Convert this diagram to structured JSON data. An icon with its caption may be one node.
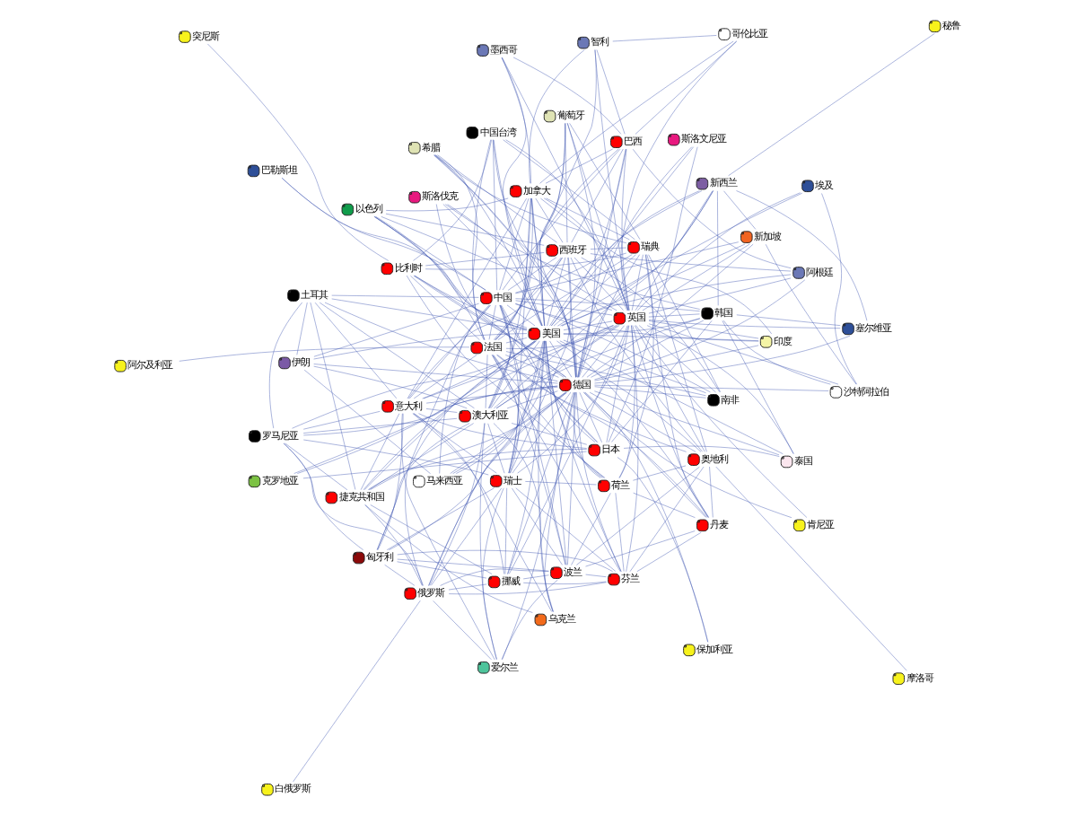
{
  "diagram": {
    "nodes": [
      {
        "text": [
          "白俄罗斯"
        ]
      },
      {
        "text": [
          "爱尔兰"
        ]
      },
      {
        "text": [
          "匈牙利"
        ]
      },
      {
        "text": [
          "罗马尼亚"
        ]
      },
      {
        "text": [
          "乌克兰"
        ]
      },
      {
        "text": [
          "土耳其"
        ]
      },
      {
        "text": [
          "芬兰"
        ]
      },
      {
        "text": [
          "挪威"
        ]
      },
      {
        "text": [
          "保加利亚"
        ]
      },
      {
        "text": [
          "丹麦"
        ]
      },
      {
        "text": [
          "摩洛哥"
        ]
      },
      {
        "text": [
          "伊朗"
        ]
      },
      {
        "text": [
          "俄罗斯"
        ]
      },
      {
        "text": [
          "波兰"
        ]
      },
      {
        "text": [
          "奥地利"
        ]
      },
      {
        "text": [
          "马来西亚"
        ]
      },
      {
        "text": [
          "肯尼亚"
        ]
      },
      {
        "text": [
          "突尼斯"
        ]
      },
      {
        "text": [
          "捷克共和国"
        ]
      },
      {
        "text": [
          "荷兰"
        ]
      },
      {
        "text": [
          "比利时"
        ]
      },
      {
        "text": [
          "瑞士"
        ]
      },
      {
        "text": [
          "斯洛文尼亚"
        ]
      },
      {
        "text": [
          "中国台湾"
        ]
      },
      {
        "text": [
          "澳大利亚"
        ]
      },
      {
        "text": [
          "日本"
        ]
      },
      {
        "text": [
          "法国"
        ]
      },
      {
        "text": [
          "克罗地亚"
        ]
      },
      {
        "text": [
          "阿尔及利亚"
        ]
      },
      {
        "text": [
          "瑞典"
        ]
      },
      {
        "text": [
          "意大利"
        ]
      },
      {
        "text": [
          "西班牙"
        ]
      },
      {
        "text": [
          "南非"
        ]
      },
      {
        "text": [
          "德国"
        ]
      },
      {
        "text": [
          "中国"
        ]
      },
      {
        "text": [
          "泰国"
        ]
      },
      {
        "text": [
          "葡萄牙"
        ]
      },
      {
        "text": [
          "韩国"
        ]
      },
      {
        "text": [
          "美国"
        ]
      },
      {
        "text": [
          "加拿大"
        ]
      },
      {
        "text": [
          "希腊"
        ]
      },
      {
        "text": [
          "斯洛伐克"
        ]
      },
      {
        "text": [
          "新西兰"
        ]
      },
      {
        "text": [
          "巴西"
        ]
      },
      {
        "text": [
          "英国"
        ]
      },
      {
        "text": [
          "以色列"
        ]
      },
      {
        "text": [
          "印度"
        ]
      },
      {
        "text": [
          "塞尔维亚"
        ]
      },
      {
        "text": [
          "新加坡"
        ]
      },
      {
        "text": [
          "阿根廷"
        ]
      },
      {
        "text": [
          "墨西哥"
        ]
      },
      {
        "text": [
          "秘鲁"
        ]
      },
      {
        "text": [
          "哥伦比亚"
        ]
      },
      {
        "text": [
          "智利"
        ]
      },
      {
        "text": [
          "埃及"
        ]
      },
      {
        "text": [
          "沙特阿拉伯"
        ]
      },
      {
        "text": [
          "巴勒斯坦"
        ]
      }
    ],
    "edges": [
      {
        "from": 21,
        "to": 24,
        "arrow": "none"
      },
      {
        "from": 21,
        "to": 26,
        "arrow": "none"
      },
      {
        "from": 21,
        "to": 30,
        "arrow": "none"
      },
      {
        "from": 21,
        "to": 31,
        "arrow": "none"
      },
      {
        "from": 21,
        "to": 33,
        "arrow": "none"
      },
      {
        "from": 21,
        "to": 34,
        "arrow": "none"
      },
      {
        "from": 21,
        "to": 38,
        "arrow": "none"
      },
      {
        "from": 21,
        "to": 39,
        "arrow": "none"
      },
      {
        "from": 21,
        "to": 44,
        "arrow": "none"
      },
      {
        "from": 24,
        "to": 26,
        "arrow": "none"
      },
      {
        "from": 24,
        "to": 30,
        "arrow": "none"
      },
      {
        "from": 24,
        "to": 31,
        "arrow": "none"
      },
      {
        "from": 24,
        "to": 33,
        "arrow": "none"
      },
      {
        "from": 24,
        "to": 34,
        "arrow": "none"
      },
      {
        "from": 24,
        "to": 38,
        "arrow": "none"
      },
      {
        "from": 24,
        "to": 39,
        "arrow": "none"
      },
      {
        "from": 24,
        "to": 44,
        "arrow": "none"
      },
      {
        "from": 26,
        "to": 30,
        "arrow": "none"
      },
      {
        "from": 26,
        "to": 31,
        "arrow": "none"
      },
      {
        "from": 26,
        "to": 33,
        "arrow": "none"
      },
      {
        "from": 26,
        "to": 34,
        "arrow": "none"
      },
      {
        "from": 26,
        "to": 38,
        "arrow": "none"
      },
      {
        "from": 26,
        "to": 39,
        "arrow": "none"
      },
      {
        "from": 26,
        "to": 44,
        "arrow": "none"
      },
      {
        "from": 30,
        "to": 31,
        "arrow": "none"
      },
      {
        "from": 30,
        "to": 33,
        "arrow": "none"
      },
      {
        "from": 30,
        "to": 34,
        "arrow": "none"
      },
      {
        "from": 30,
        "to": 38,
        "arrow": "none"
      },
      {
        "from": 30,
        "to": 39,
        "arrow": "none"
      },
      {
        "from": 30,
        "to": 44,
        "arrow": "none"
      },
      {
        "from": 31,
        "to": 33,
        "arrow": "none"
      },
      {
        "from": 31,
        "to": 34,
        "arrow": "none"
      },
      {
        "from": 31,
        "to": 38,
        "arrow": "none"
      },
      {
        "from": 31,
        "to": 39,
        "arrow": "none"
      },
      {
        "from": 31,
        "to": 44,
        "arrow": "none"
      },
      {
        "from": 33,
        "to": 34,
        "arrow": "none"
      },
      {
        "from": 33,
        "to": 38,
        "arrow": "none"
      },
      {
        "from": 33,
        "to": 39,
        "arrow": "none"
      },
      {
        "from": 33,
        "to": 44,
        "arrow": "none"
      },
      {
        "from": 34,
        "to": 38,
        "arrow": "none"
      },
      {
        "from": 34,
        "to": 39,
        "arrow": "none"
      },
      {
        "from": 34,
        "to": 44,
        "arrow": "none"
      },
      {
        "from": 38,
        "to": 39,
        "arrow": "none"
      },
      {
        "from": 38,
        "to": 44,
        "arrow": "none"
      },
      {
        "from": 39,
        "to": 44,
        "arrow": "none"
      },
      {
        "from": 6,
        "to": 7,
        "arrow": "none"
      },
      {
        "from": 6,
        "to": 9,
        "arrow": "none"
      },
      {
        "from": 6,
        "to": 13,
        "arrow": "none"
      },
      {
        "from": 6,
        "to": 12,
        "arrow": "none"
      },
      {
        "from": 6,
        "to": 19,
        "arrow": "none"
      },
      {
        "from": 6,
        "to": 14,
        "arrow": "none"
      },
      {
        "from": 6,
        "to": 21,
        "arrow": "none"
      },
      {
        "from": 6,
        "to": 26,
        "arrow": "none"
      },
      {
        "from": 6,
        "to": 33,
        "arrow": "none"
      },
      {
        "from": 6,
        "to": 38,
        "arrow": "none"
      },
      {
        "from": 6,
        "to": 44,
        "arrow": "none"
      },
      {
        "from": 7,
        "to": 12,
        "arrow": "none"
      },
      {
        "from": 7,
        "to": 13,
        "arrow": "none"
      },
      {
        "from": 7,
        "to": 18,
        "arrow": "none"
      },
      {
        "from": 7,
        "to": 21,
        "arrow": "none"
      },
      {
        "from": 7,
        "to": 30,
        "arrow": "none"
      },
      {
        "from": 7,
        "to": 33,
        "arrow": "none"
      },
      {
        "from": 7,
        "to": 38,
        "arrow": "none"
      },
      {
        "from": 7,
        "to": 44,
        "arrow": "none"
      },
      {
        "from": 9,
        "to": 14,
        "arrow": "none"
      },
      {
        "from": 9,
        "to": 19,
        "arrow": "none"
      },
      {
        "from": 9,
        "to": 13,
        "arrow": "none"
      },
      {
        "from": 9,
        "to": 26,
        "arrow": "none"
      },
      {
        "from": 9,
        "to": 29,
        "arrow": "none"
      },
      {
        "from": 9,
        "to": 33,
        "arrow": "none"
      },
      {
        "from": 9,
        "to": 38,
        "arrow": "none"
      },
      {
        "from": 9,
        "to": 44,
        "arrow": "none"
      },
      {
        "from": 12,
        "to": 13,
        "arrow": "none"
      },
      {
        "from": 12,
        "to": 18,
        "arrow": "none"
      },
      {
        "from": 12,
        "to": 24,
        "arrow": "none"
      },
      {
        "from": 12,
        "to": 21,
        "arrow": "none"
      },
      {
        "from": 12,
        "to": 34,
        "arrow": "none"
      },
      {
        "from": 12,
        "to": 38,
        "arrow": "none"
      },
      {
        "from": 12,
        "to": 33,
        "arrow": "none"
      },
      {
        "from": 13,
        "to": 19,
        "arrow": "none"
      },
      {
        "from": 13,
        "to": 14,
        "arrow": "none"
      },
      {
        "from": 13,
        "to": 21,
        "arrow": "none"
      },
      {
        "from": 13,
        "to": 26,
        "arrow": "none"
      },
      {
        "from": 13,
        "to": 33,
        "arrow": "none"
      },
      {
        "from": 13,
        "to": 38,
        "arrow": "none"
      },
      {
        "from": 13,
        "to": 34,
        "arrow": "none"
      },
      {
        "from": 14,
        "to": 19,
        "arrow": "none"
      },
      {
        "from": 14,
        "to": 20,
        "arrow": "none"
      },
      {
        "from": 14,
        "to": 26,
        "arrow": "none"
      },
      {
        "from": 14,
        "to": 29,
        "arrow": "none"
      },
      {
        "from": 14,
        "to": 33,
        "arrow": "none"
      },
      {
        "from": 14,
        "to": 31,
        "arrow": "none"
      },
      {
        "from": 14,
        "to": 44,
        "arrow": "none"
      },
      {
        "from": 18,
        "to": 24,
        "arrow": "none"
      },
      {
        "from": 18,
        "to": 25,
        "arrow": "none"
      },
      {
        "from": 18,
        "to": 30,
        "arrow": "none"
      },
      {
        "from": 18,
        "to": 33,
        "arrow": "none"
      },
      {
        "from": 18,
        "to": 38,
        "arrow": "none"
      },
      {
        "from": 18,
        "to": 44,
        "arrow": "none"
      },
      {
        "from": 19,
        "to": 20,
        "arrow": "none"
      },
      {
        "from": 19,
        "to": 21,
        "arrow": "none"
      },
      {
        "from": 19,
        "to": 26,
        "arrow": "none"
      },
      {
        "from": 19,
        "to": 29,
        "arrow": "none"
      },
      {
        "from": 19,
        "to": 33,
        "arrow": "none"
      },
      {
        "from": 19,
        "to": 38,
        "arrow": "none"
      },
      {
        "from": 19,
        "to": 44,
        "arrow": "none"
      },
      {
        "from": 20,
        "to": 26,
        "arrow": "none"
      },
      {
        "from": 20,
        "to": 29,
        "arrow": "none"
      },
      {
        "from": 20,
        "to": 31,
        "arrow": "none"
      },
      {
        "from": 20,
        "to": 33,
        "arrow": "none"
      },
      {
        "from": 20,
        "to": 38,
        "arrow": "none"
      },
      {
        "from": 25,
        "to": 24,
        "arrow": "none"
      },
      {
        "from": 25,
        "to": 33,
        "arrow": "none"
      },
      {
        "from": 25,
        "to": 37,
        "arrow": "none"
      },
      {
        "from": 25,
        "to": 38,
        "arrow": "none"
      },
      {
        "from": 25,
        "to": 30,
        "arrow": "none"
      },
      {
        "from": 25,
        "to": 34,
        "arrow": "none"
      },
      {
        "from": 25,
        "to": 44,
        "arrow": "none"
      },
      {
        "from": 29,
        "to": 26,
        "arrow": "none"
      },
      {
        "from": 29,
        "to": 31,
        "arrow": "none"
      },
      {
        "from": 29,
        "to": 33,
        "arrow": "none"
      },
      {
        "from": 29,
        "to": 38,
        "arrow": "none"
      },
      {
        "from": 29,
        "to": 39,
        "arrow": "none"
      },
      {
        "from": 29,
        "to": 44,
        "arrow": "none"
      },
      {
        "from": 43,
        "to": 31,
        "arrow": "none"
      },
      {
        "from": 43,
        "to": 39,
        "arrow": "none"
      },
      {
        "from": 43,
        "to": 26,
        "arrow": "none"
      },
      {
        "from": 43,
        "to": 38,
        "arrow": "none"
      },
      {
        "from": 43,
        "to": 44,
        "arrow": "none"
      },
      {
        "from": 43,
        "to": 34,
        "arrow": "none"
      },
      {
        "from": 43,
        "to": 33,
        "arrow": "none"
      },
      {
        "from": 2,
        "to": 7,
        "arrow": "none"
      },
      {
        "from": 2,
        "to": 6,
        "arrow": "none"
      },
      {
        "from": 2,
        "to": 12,
        "arrow": "none"
      },
      {
        "from": 2,
        "to": 13,
        "arrow": "none"
      },
      {
        "from": 2,
        "to": 24,
        "arrow": "none"
      },
      {
        "from": 2,
        "to": 30,
        "arrow": "none"
      },
      {
        "from": 2,
        "to": 33,
        "arrow": "none"
      },
      {
        "from": 2,
        "to": 38,
        "arrow": "none"
      },
      {
        "from": 2,
        "to": 21,
        "arrow": "none"
      },
      {
        "from": 0,
        "to": 12,
        "arrow": "none"
      },
      {
        "from": 1,
        "to": 12,
        "arrow": "none"
      },
      {
        "from": 1,
        "to": 13,
        "arrow": "none"
      },
      {
        "from": 1,
        "to": 24,
        "arrow": "none"
      },
      {
        "from": 1,
        "to": 21,
        "arrow": "none"
      },
      {
        "from": 1,
        "to": 30,
        "arrow": "none"
      },
      {
        "from": 1,
        "to": 33,
        "arrow": "none"
      },
      {
        "from": 3,
        "to": 2,
        "arrow": "none"
      },
      {
        "from": 3,
        "to": 12,
        "arrow": "none"
      },
      {
        "from": 3,
        "to": 18,
        "arrow": "none"
      },
      {
        "from": 3,
        "to": 24,
        "arrow": "none"
      },
      {
        "from": 3,
        "to": 30,
        "arrow": "none"
      },
      {
        "from": 3,
        "to": 33,
        "arrow": "none"
      },
      {
        "from": 3,
        "to": 38,
        "arrow": "none"
      },
      {
        "from": 3,
        "to": 21,
        "arrow": "none"
      },
      {
        "from": 4,
        "to": 18,
        "arrow": "none"
      },
      {
        "from": 4,
        "to": 24,
        "arrow": "none"
      },
      {
        "from": 4,
        "to": 30,
        "arrow": "none"
      },
      {
        "from": 4,
        "to": 33,
        "arrow": "none"
      },
      {
        "from": 4,
        "to": 38,
        "arrow": "none"
      },
      {
        "from": 5,
        "to": 3,
        "arrow": "none"
      },
      {
        "from": 5,
        "to": 11,
        "arrow": "none"
      },
      {
        "from": 5,
        "to": 18,
        "arrow": "none"
      },
      {
        "from": 5,
        "to": 24,
        "arrow": "none"
      },
      {
        "from": 5,
        "to": 30,
        "arrow": "none"
      },
      {
        "from": 5,
        "to": 33,
        "arrow": "none"
      },
      {
        "from": 5,
        "to": 38,
        "arrow": "none"
      },
      {
        "from": 5,
        "to": 34,
        "arrow": "none"
      },
      {
        "from": 8,
        "to": 25,
        "arrow": "none"
      },
      {
        "from": 8,
        "to": 33,
        "arrow": "none"
      },
      {
        "from": 10,
        "to": 14,
        "arrow": "none"
      },
      {
        "from": 11,
        "to": 15,
        "arrow": "none"
      },
      {
        "from": 11,
        "to": 24,
        "arrow": "none"
      },
      {
        "from": 11,
        "to": 33,
        "arrow": "none"
      },
      {
        "from": 11,
        "to": 38,
        "arrow": "none"
      },
      {
        "from": 11,
        "to": 34,
        "arrow": "none"
      },
      {
        "from": 15,
        "to": 33,
        "arrow": "none"
      },
      {
        "from": 15,
        "to": 38,
        "arrow": "none"
      },
      {
        "from": 15,
        "to": 44,
        "arrow": "none"
      },
      {
        "from": 15,
        "to": 34,
        "arrow": "none"
      },
      {
        "from": 16,
        "to": 33,
        "arrow": "none"
      },
      {
        "from": 16,
        "to": 44,
        "arrow": "none"
      },
      {
        "from": 17,
        "to": 20,
        "arrow": "none"
      },
      {
        "from": 22,
        "to": 25,
        "arrow": "none"
      },
      {
        "from": 22,
        "to": 33,
        "arrow": "none"
      },
      {
        "from": 22,
        "to": 38,
        "arrow": "none"
      },
      {
        "from": 23,
        "to": 20,
        "arrow": "none"
      },
      {
        "from": 23,
        "to": 26,
        "arrow": "none"
      },
      {
        "from": 23,
        "to": 29,
        "arrow": "none"
      },
      {
        "from": 23,
        "to": 38,
        "arrow": "none"
      },
      {
        "from": 23,
        "to": 33,
        "arrow": "none"
      },
      {
        "from": 23,
        "to": 34,
        "arrow": "none"
      },
      {
        "from": 23,
        "to": 44,
        "arrow": "none"
      },
      {
        "from": 27,
        "to": 33,
        "arrow": "none"
      },
      {
        "from": 27,
        "to": 25,
        "arrow": "none"
      },
      {
        "from": 27,
        "to": 38,
        "arrow": "none"
      },
      {
        "from": 28,
        "to": 26,
        "arrow": "none"
      },
      {
        "from": 32,
        "to": 26,
        "arrow": "none"
      },
      {
        "from": 32,
        "to": 29,
        "arrow": "none"
      },
      {
        "from": 32,
        "to": 31,
        "arrow": "none"
      },
      {
        "from": 32,
        "to": 33,
        "arrow": "none"
      },
      {
        "from": 32,
        "to": 38,
        "arrow": "none"
      },
      {
        "from": 32,
        "to": 44,
        "arrow": "none"
      },
      {
        "from": 32,
        "to": 34,
        "arrow": "none"
      },
      {
        "from": 35,
        "to": 25,
        "arrow": "none"
      },
      {
        "from": 35,
        "to": 33,
        "arrow": "none"
      },
      {
        "from": 35,
        "to": 37,
        "arrow": "none"
      },
      {
        "from": 35,
        "to": 44,
        "arrow": "none"
      },
      {
        "from": 35,
        "to": 38,
        "arrow": "none"
      },
      {
        "from": 36,
        "to": 26,
        "arrow": "none"
      },
      {
        "from": 36,
        "to": 29,
        "arrow": "none"
      },
      {
        "from": 36,
        "to": 31,
        "arrow": "none"
      },
      {
        "from": 36,
        "to": 33,
        "arrow": "none"
      },
      {
        "from": 36,
        "to": 38,
        "arrow": "none"
      },
      {
        "from": 36,
        "to": 44,
        "arrow": "none"
      },
      {
        "from": 37,
        "to": 33,
        "arrow": "none"
      },
      {
        "from": 37,
        "to": 38,
        "arrow": "none"
      },
      {
        "from": 37,
        "to": 44,
        "arrow": "none"
      },
      {
        "from": 37,
        "to": 34,
        "arrow": "none"
      },
      {
        "from": 37,
        "to": 24,
        "arrow": "none"
      },
      {
        "from": 40,
        "to": 26,
        "arrow": "none"
      },
      {
        "from": 40,
        "to": 31,
        "arrow": "none"
      },
      {
        "from": 40,
        "to": 33,
        "arrow": "none"
      },
      {
        "from": 40,
        "to": 38,
        "arrow": "none"
      },
      {
        "from": 40,
        "to": 44,
        "arrow": "none"
      },
      {
        "from": 40,
        "to": 29,
        "arrow": "none"
      },
      {
        "from": 41,
        "to": 25,
        "arrow": "none"
      },
      {
        "from": 41,
        "to": 37,
        "arrow": "none"
      },
      {
        "from": 41,
        "to": 33,
        "arrow": "none"
      },
      {
        "from": 41,
        "to": 38,
        "arrow": "none"
      },
      {
        "from": 42,
        "to": 33,
        "arrow": "none"
      },
      {
        "from": 42,
        "to": 38,
        "arrow": "none"
      },
      {
        "from": 42,
        "to": 44,
        "arrow": "none"
      },
      {
        "from": 42,
        "to": 24,
        "arrow": "none"
      },
      {
        "from": 42,
        "to": 34,
        "arrow": "none"
      },
      {
        "from": 42,
        "to": 37,
        "arrow": "none"
      },
      {
        "from": 45,
        "to": 26,
        "arrow": "none"
      },
      {
        "from": 45,
        "to": 31,
        "arrow": "none"
      },
      {
        "from": 45,
        "to": 33,
        "arrow": "none"
      },
      {
        "from": 45,
        "to": 38,
        "arrow": "none"
      },
      {
        "from": 45,
        "to": 44,
        "arrow": "none"
      },
      {
        "from": 45,
        "to": 39,
        "arrow": "none"
      },
      {
        "from": 45,
        "to": 34,
        "arrow": "none"
      },
      {
        "from": 46,
        "to": 38,
        "arrow": "none"
      },
      {
        "from": 46,
        "to": 44,
        "arrow": "none"
      },
      {
        "from": 46,
        "to": 34,
        "arrow": "none"
      },
      {
        "from": 46,
        "to": 33,
        "arrow": "none"
      },
      {
        "from": 46,
        "to": 39,
        "arrow": "none"
      },
      {
        "from": 47,
        "to": 37,
        "arrow": "none"
      },
      {
        "from": 47,
        "to": 33,
        "arrow": "none"
      },
      {
        "from": 47,
        "to": 44,
        "arrow": "none"
      },
      {
        "from": 47,
        "to": 42,
        "arrow": "none"
      },
      {
        "from": 48,
        "to": 42,
        "arrow": "none"
      },
      {
        "from": 48,
        "to": 44,
        "arrow": "none"
      },
      {
        "from": 48,
        "to": 38,
        "arrow": "none"
      },
      {
        "from": 48,
        "to": 33,
        "arrow": "none"
      },
      {
        "from": 48,
        "to": 34,
        "arrow": "none"
      },
      {
        "from": 49,
        "to": 43,
        "arrow": "none"
      },
      {
        "from": 49,
        "to": 31,
        "arrow": "none"
      },
      {
        "from": 49,
        "to": 38,
        "arrow": "none"
      },
      {
        "from": 49,
        "to": 44,
        "arrow": "none"
      },
      {
        "from": 49,
        "to": 33,
        "arrow": "none"
      },
      {
        "from": 50,
        "to": 43,
        "arrow": "none"
      },
      {
        "from": 50,
        "to": 39,
        "arrow": "none"
      },
      {
        "from": 50,
        "to": 38,
        "arrow": "none"
      },
      {
        "from": 50,
        "to": 44,
        "arrow": "none"
      },
      {
        "from": 51,
        "to": 42,
        "arrow": "none"
      },
      {
        "from": 52,
        "to": 43,
        "arrow": "none"
      },
      {
        "from": 52,
        "to": 39,
        "arrow": "none"
      },
      {
        "from": 52,
        "to": 44,
        "arrow": "none"
      },
      {
        "from": 52,
        "to": 53,
        "arrow": "none"
      },
      {
        "from": 53,
        "to": 44,
        "arrow": "none"
      },
      {
        "from": 53,
        "to": 38,
        "arrow": "none"
      },
      {
        "from": 53,
        "to": 39,
        "arrow": "none"
      },
      {
        "from": 53,
        "to": 43,
        "arrow": "none"
      },
      {
        "from": 54,
        "to": 44,
        "arrow": "none"
      },
      {
        "from": 54,
        "to": 55,
        "arrow": "none"
      },
      {
        "from": 54,
        "to": 38,
        "arrow": "none"
      },
      {
        "from": 55,
        "to": 48,
        "arrow": "none"
      },
      {
        "from": 55,
        "to": 33,
        "arrow": "none"
      },
      {
        "from": 55,
        "to": 44,
        "arrow": "none"
      },
      {
        "from": 55,
        "to": 37,
        "arrow": "none"
      },
      {
        "from": 56,
        "to": 34,
        "arrow": "none"
      },
      {
        "from": 56,
        "to": 38,
        "arrow": "none"
      }
    ]
  }
}
